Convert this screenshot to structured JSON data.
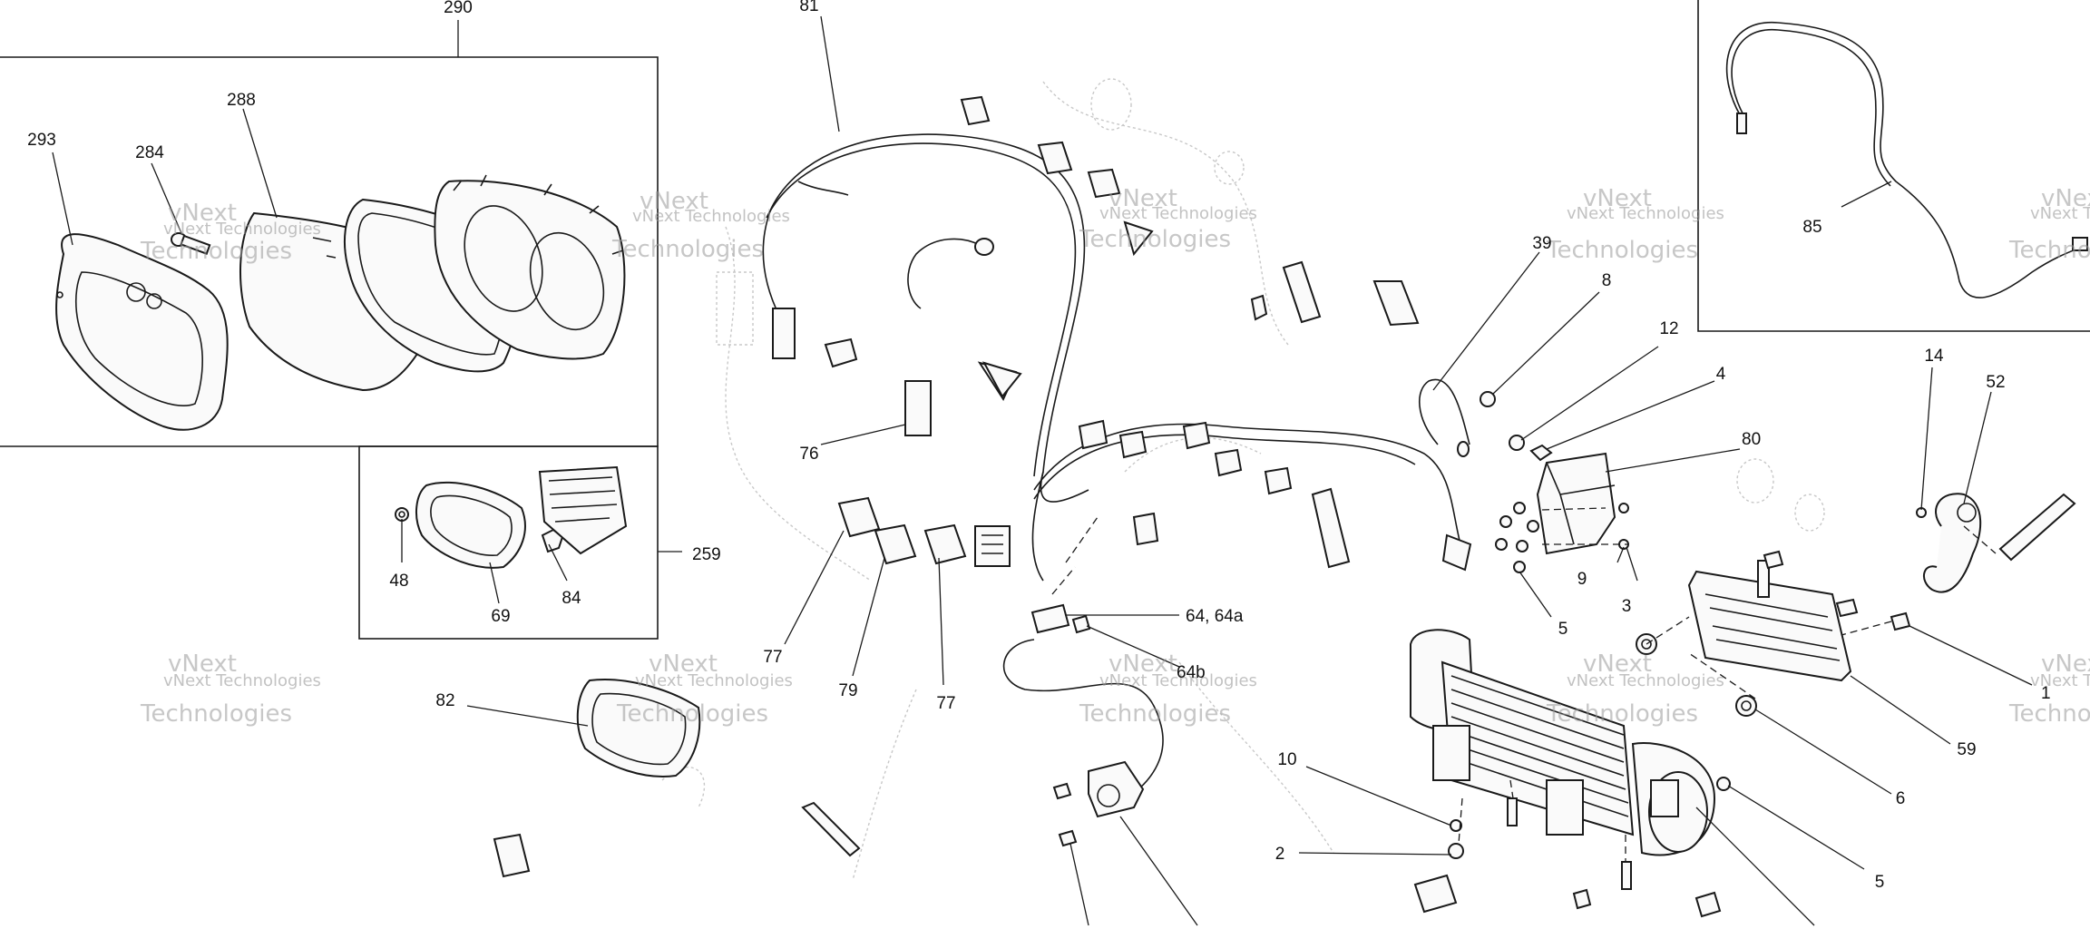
{
  "watermark": {
    "line1": "vNext",
    "line2": "Technologies",
    "small": "vNext Technologies"
  },
  "callouts": {
    "c290": "290",
    "c293": "293",
    "c284": "284",
    "c288": "288",
    "c259": "259",
    "c48": "48",
    "c69": "69",
    "c84": "84",
    "c82": "82",
    "c81": "81",
    "c76": "76",
    "c77a": "77",
    "c79": "79",
    "c77b": "77",
    "c64": "64, 64a",
    "c64b": "64b",
    "c39": "39",
    "c8": "8",
    "c12": "12",
    "c4": "4",
    "c80": "80",
    "c9": "9",
    "c3": "3",
    "c5a": "5",
    "c85": "85",
    "c14": "14",
    "c52": "52",
    "c1": "1",
    "c59": "59",
    "c6": "6",
    "c5b": "5",
    "c10": "10",
    "c2": "2"
  },
  "colors": {
    "line": "#1a1a1a",
    "watermark": "#9a9a9a",
    "ghost": "#c8c8c8"
  }
}
